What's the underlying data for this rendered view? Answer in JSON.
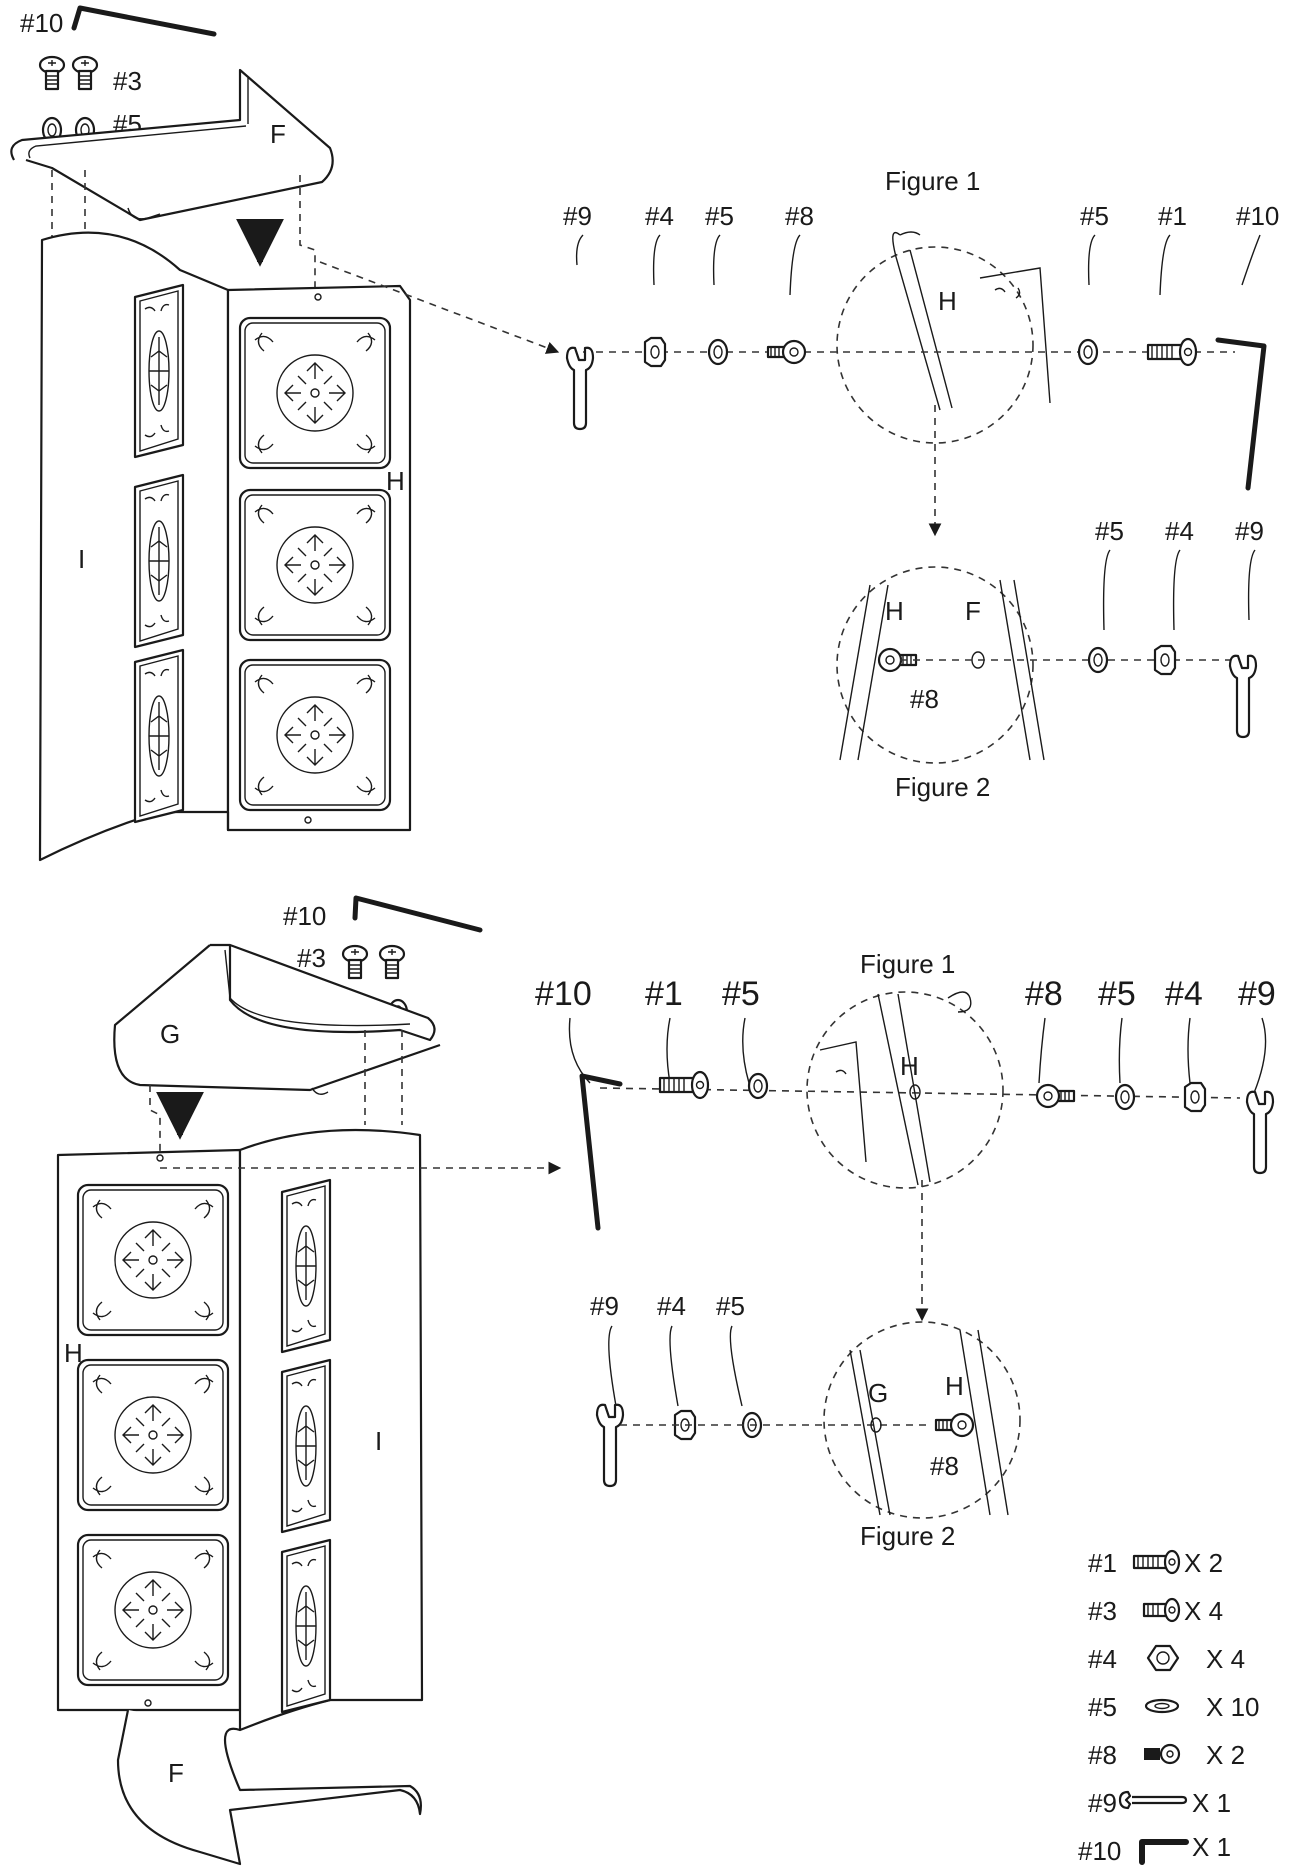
{
  "labels": {
    "p1": "#1",
    "p3": "#3",
    "p4": "#4",
    "p5": "#5",
    "p8": "#8",
    "p9": "#9",
    "p10": "#10",
    "F": "F",
    "G": "G",
    "H": "H",
    "I": "I",
    "figure1": "Figure 1",
    "figure2": "Figure 2"
  },
  "parts_list": [
    {
      "id": "#1",
      "qty": "X 2",
      "icon": "bolt-icon"
    },
    {
      "id": "#3",
      "qty": "X 4",
      "icon": "short-bolt-icon"
    },
    {
      "id": "#4",
      "qty": "X 4",
      "icon": "hex-nut-icon"
    },
    {
      "id": "#5",
      "qty": "X 10",
      "icon": "washer-icon"
    },
    {
      "id": "#8",
      "qty": "X 2",
      "icon": "eye-bolt-icon"
    },
    {
      "id": "#9",
      "qty": "X 1",
      "icon": "wrench-icon"
    },
    {
      "id": "#10",
      "qty": "X 1",
      "icon": "hex-key-icon"
    }
  ]
}
